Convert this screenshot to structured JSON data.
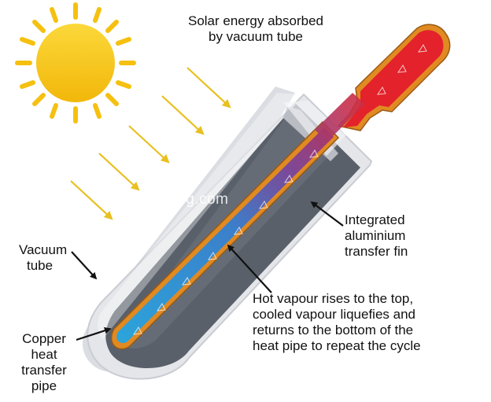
{
  "title": "Solar energy absorbed by vacuum tube",
  "title_lines": [
    "Solar energy absorbed",
    "by vacuum tube"
  ],
  "watermark": "cnhnbg.com",
  "labels": {
    "fin": [
      "Integrated",
      "aluminium",
      "transfer fin"
    ],
    "vacuum": [
      "Vacuum",
      "tube"
    ],
    "vapour": [
      "Hot vapour rises to the top,",
      "cooled vapour liquefies and",
      "returns to the bottom of the",
      "heat pipe to repeat the cycle"
    ],
    "copper": [
      "Copper",
      "heat",
      "transfer",
      "pipe"
    ]
  },
  "colors": {
    "sun": "#f7c515",
    "sun_rays": "#f5c010",
    "arrow": "#e8c020",
    "pipe_hot": "#e3222b",
    "pipe_cold": "#2aa8dc",
    "fin": "#e08a22",
    "glass_light": "#e9ebef",
    "glass_dark": "#555a63"
  },
  "icons": [
    "sun-icon",
    "sun-ray-arrow-icon",
    "pointer-arrow-icon"
  ]
}
